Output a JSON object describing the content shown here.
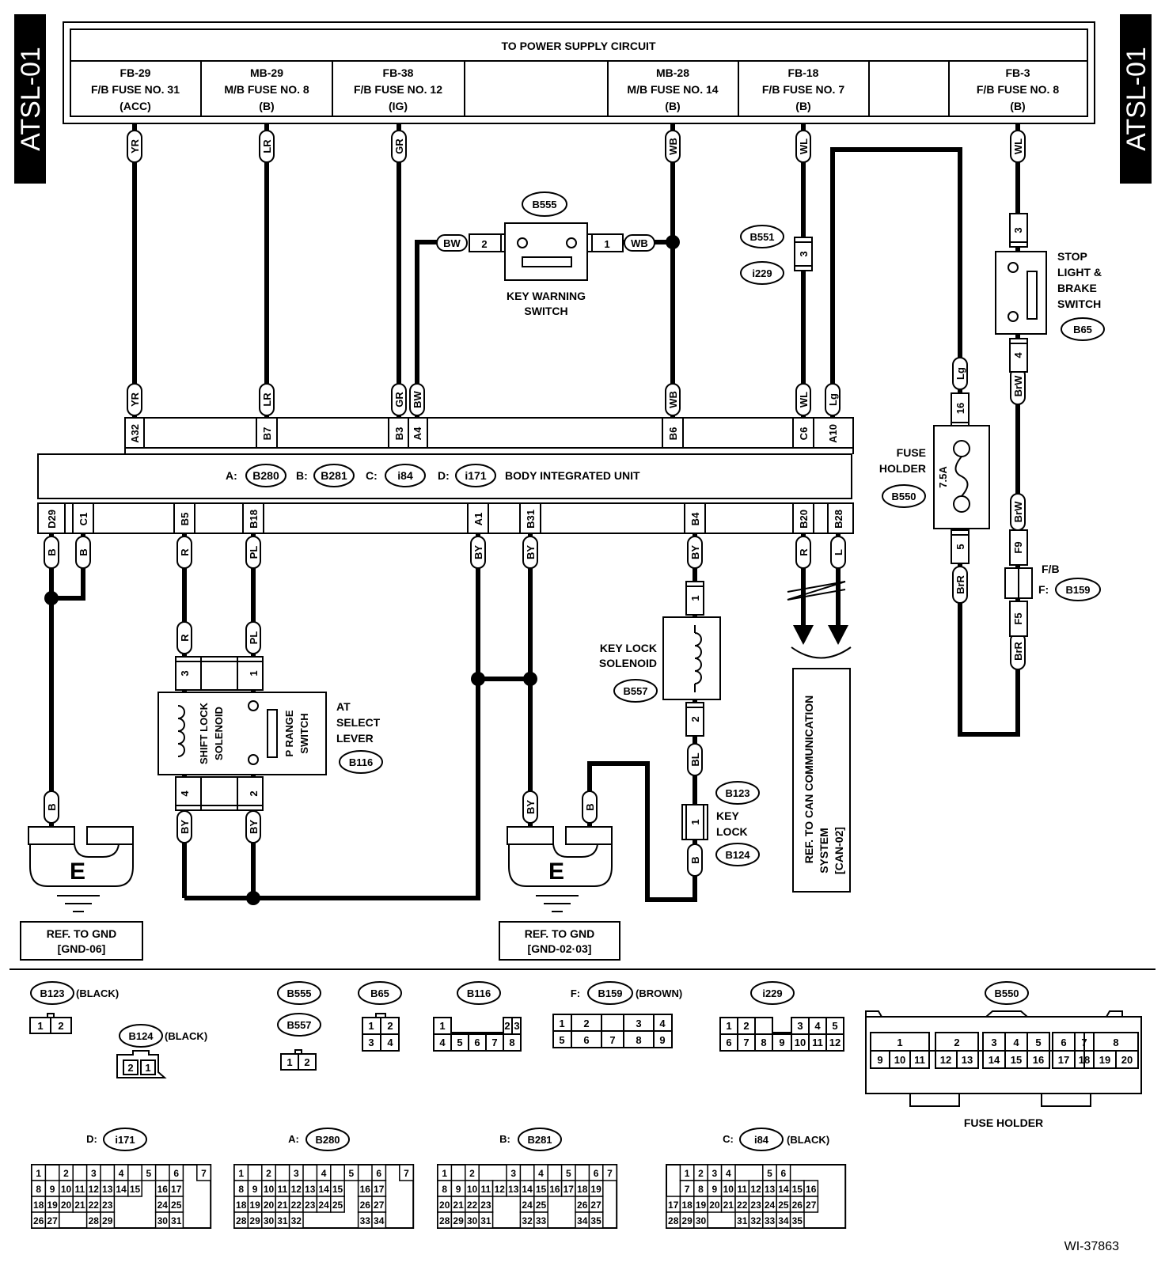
{
  "side_tab": "ATSL-01",
  "power": {
    "title": "TO POWER SUPPLY CIRCUIT",
    "fuses": [
      {
        "l1": "FB-29",
        "l2": "F/B FUSE NO. 31",
        "l3": "(ACC)"
      },
      {
        "l1": "MB-29",
        "l2": "M/B FUSE NO. 8",
        "l3": "(B)"
      },
      {
        "l1": "FB-38",
        "l2": "F/B FUSE NO. 12",
        "l3": "(IG)"
      },
      {
        "l1": "",
        "l2": "",
        "l3": ""
      },
      {
        "l1": "MB-28",
        "l2": "M/B FUSE NO. 14",
        "l3": "(B)"
      },
      {
        "l1": "FB-18",
        "l2": "F/B FUSE NO. 7",
        "l3": "(B)"
      },
      {
        "l1": "",
        "l2": "",
        "l3": ""
      },
      {
        "l1": "FB-3",
        "l2": "F/B FUSE NO. 8",
        "l3": "(B)"
      }
    ]
  },
  "wire_colors": {
    "yr": "YR",
    "lr": "LR",
    "gr": "GR",
    "bw": "BW",
    "wb": "WB",
    "wl": "WL",
    "lg": "Lg",
    "b": "B",
    "r": "R",
    "pl": "PL",
    "by": "BY",
    "bl": "BL",
    "brw": "BrW",
    "brr": "BrR",
    "l": "L"
  },
  "biu": {
    "title": "BODY INTEGRATED UNIT",
    "a": "A:",
    "a_conn": "B280",
    "b": "B:",
    "b_conn": "B281",
    "c": "C:",
    "c_conn": "i84",
    "d": "D:",
    "d_conn": "i171",
    "top_pins": {
      "a32": "A32",
      "b7": "B7",
      "b3": "B3",
      "a4": "A4",
      "b6": "B6",
      "c6": "C6",
      "a10": "A10"
    },
    "bot_pins": {
      "d29": "D29",
      "c1": "C1",
      "b5": "B5",
      "b18": "B18",
      "a1": "A1",
      "b31": "B31",
      "b4": "B4",
      "b20": "B20",
      "b28": "B28"
    }
  },
  "key_warning": {
    "conn": "B555",
    "l1": "KEY WARNING",
    "l2": "SWITCH",
    "p1": "1",
    "p2": "2"
  },
  "b551": {
    "conn1": "B551",
    "conn2": "i229",
    "pin": "3"
  },
  "stop_light": {
    "l1": "STOP",
    "l2": "LIGHT &",
    "l3": "BRAKE",
    "l4": "SWITCH",
    "conn": "B65",
    "p3": "3",
    "p4": "4"
  },
  "fuse_holder": {
    "l1": "FUSE",
    "l2": "HOLDER",
    "conn": "B550",
    "rating": "7.5A",
    "p16": "16",
    "p5": "5"
  },
  "fb_conn": {
    "l1": "F/B",
    "l2": "F:",
    "conn": "B159",
    "f9": "F9",
    "f5": "F5"
  },
  "key_lock_solenoid": {
    "l1": "KEY LOCK",
    "l2": "SOLENOID",
    "conn": "B557",
    "p1": "1",
    "p2": "2"
  },
  "key_lock": {
    "conn1": "B123",
    "conn2": "B124",
    "l1": "KEY",
    "l2": "LOCK",
    "pin": "1"
  },
  "at_lever": {
    "l1": "AT",
    "l2": "SELECT",
    "l3": "LEVER",
    "conn": "B116",
    "sol1": "SHIFT LOCK",
    "sol2": "SOLENOID",
    "sw1": "P RANGE",
    "sw2": "SWITCH",
    "p1": "1",
    "p2": "2",
    "p3": "3",
    "p4": "4"
  },
  "can": {
    "l1": "REF. TO CAN COMMUNICATION",
    "l2": "SYSTEM",
    "l3": "[CAN-02]"
  },
  "gnd": {
    "e": "E",
    "ref1_a": "REF. TO GND",
    "ref1_b": "[GND-06]",
    "ref2_a": "REF. TO GND",
    "ref2_b": "[GND-02·03]"
  },
  "legend": {
    "b123": "B123",
    "b123_col": "(BLACK)",
    "b123_pins": [
      "1",
      "2"
    ],
    "b124": "B124",
    "b124_col": "(BLACK)",
    "b124_pins": [
      "2",
      "1"
    ],
    "b555": "B555",
    "b557": "B557",
    "b557_pins": [
      "1",
      "2"
    ],
    "b65": "B65",
    "b65_pins": [
      "1",
      "2",
      "3",
      "4"
    ],
    "b116": "B116",
    "b116_pins": [
      "1",
      "2",
      "3",
      "4",
      "5",
      "6",
      "7",
      "8"
    ],
    "b159_pre": "F:",
    "b159": "B159",
    "b159_col": "(BROWN)",
    "b159_pins": [
      "1",
      "2",
      "3",
      "4",
      "5",
      "6",
      "7",
      "8",
      "9"
    ],
    "i229": "i229",
    "i229_pins": [
      "1",
      "2",
      "3",
      "4",
      "5",
      "6",
      "7",
      "8",
      "9",
      "10",
      "11",
      "12"
    ],
    "b550": "B550",
    "b550_label": "FUSE HOLDER",
    "b550_pins": [
      "1",
      "2",
      "3",
      "4",
      "5",
      "6",
      "7",
      "8",
      "9",
      "10",
      "11",
      "12",
      "13",
      "14",
      "15",
      "16",
      "17",
      "18",
      "19",
      "20"
    ],
    "i171_pre": "D:",
    "i171": "i171",
    "b280_pre": "A:",
    "b280": "B280",
    "b281_pre": "B:",
    "b281": "B281",
    "i84_pre": "C:",
    "i84": "i84",
    "i84_col": "(BLACK)",
    "nums": [
      "1",
      "2",
      "3",
      "4",
      "5",
      "6",
      "7",
      "8",
      "9",
      "10",
      "11",
      "12",
      "13",
      "14",
      "15",
      "16",
      "17",
      "18",
      "19",
      "20",
      "21",
      "22",
      "23",
      "24",
      "25",
      "26",
      "27",
      "28",
      "29",
      "30",
      "31",
      "32",
      "33",
      "34",
      "35"
    ]
  },
  "figure_id": "WI-37863"
}
